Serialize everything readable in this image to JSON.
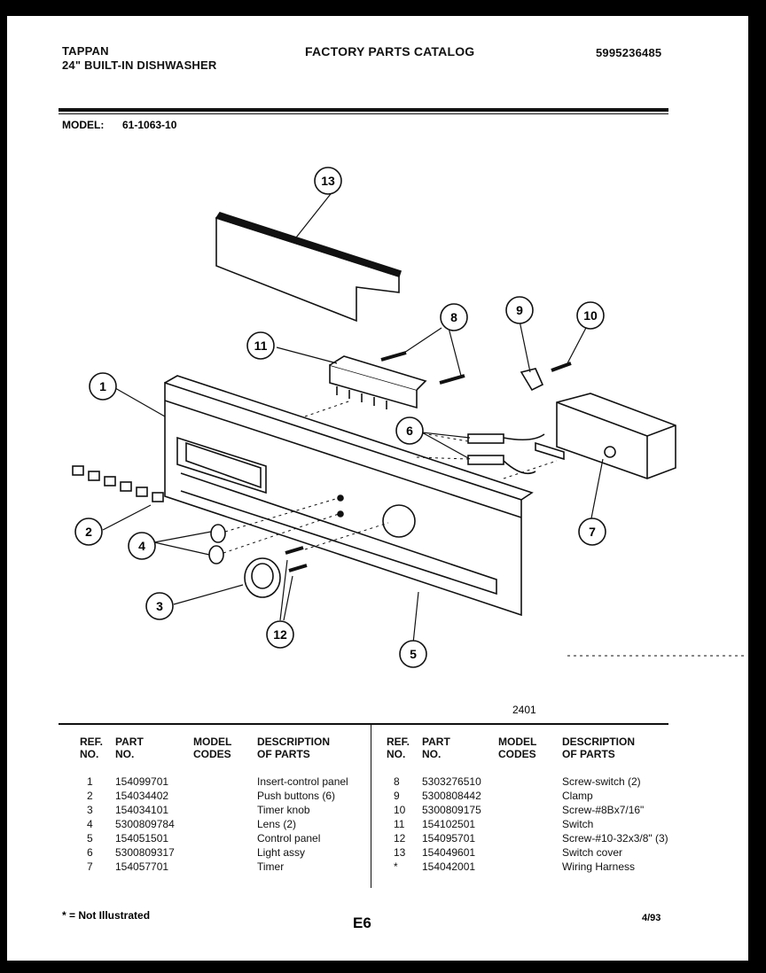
{
  "header": {
    "brand": "TAPPAN",
    "product": "24\" BUILT-IN DISHWASHER",
    "catalog_title": "FACTORY PARTS CATALOG",
    "catalog_number": "5995236485"
  },
  "model": {
    "label": "MODEL:",
    "value": "61-1063-10"
  },
  "diagram": {
    "callouts": [
      "1",
      "2",
      "3",
      "4",
      "5",
      "6",
      "7",
      "8",
      "9",
      "10",
      "11",
      "12",
      "13"
    ],
    "reference_code": "2401"
  },
  "parts_table": {
    "headers": {
      "ref": "REF.",
      "ref2": "NO.",
      "part": "PART",
      "part2": "NO.",
      "model": "MODEL",
      "model2": "CODES",
      "desc": "DESCRIPTION",
      "desc2": "OF PARTS"
    },
    "left_rows": [
      {
        "ref": "1",
        "part": "154099701",
        "codes": "",
        "desc": "Insert-control panel"
      },
      {
        "ref": "2",
        "part": "154034402",
        "codes": "",
        "desc": "Push buttons (6)"
      },
      {
        "ref": "3",
        "part": "154034101",
        "codes": "",
        "desc": "Timer knob"
      },
      {
        "ref": "4",
        "part": "5300809784",
        "codes": "",
        "desc": "Lens (2)"
      },
      {
        "ref": "5",
        "part": "154051501",
        "codes": "",
        "desc": "Control panel"
      },
      {
        "ref": "6",
        "part": "5300809317",
        "codes": "",
        "desc": "Light assy"
      },
      {
        "ref": "7",
        "part": "154057701",
        "codes": "",
        "desc": "Timer"
      }
    ],
    "right_rows": [
      {
        "ref": "8",
        "part": "5303276510",
        "codes": "",
        "desc": "Screw-switch (2)"
      },
      {
        "ref": "9",
        "part": "5300808442",
        "codes": "",
        "desc": "Clamp"
      },
      {
        "ref": "10",
        "part": "5300809175",
        "codes": "",
        "desc": "Screw-#8Bx7/16\""
      },
      {
        "ref": "11",
        "part": "154102501",
        "codes": "",
        "desc": "Switch"
      },
      {
        "ref": "12",
        "part": "154095701",
        "codes": "",
        "desc": "Screw-#10-32x3/8\" (3)"
      },
      {
        "ref": "13",
        "part": "154049601",
        "codes": "",
        "desc": "Switch cover"
      },
      {
        "ref": "*",
        "part": "154042001",
        "codes": "",
        "desc": "Wiring Harness"
      }
    ]
  },
  "footer": {
    "note": "* = Not Illustrated",
    "page": "E6",
    "date": "4/93"
  }
}
